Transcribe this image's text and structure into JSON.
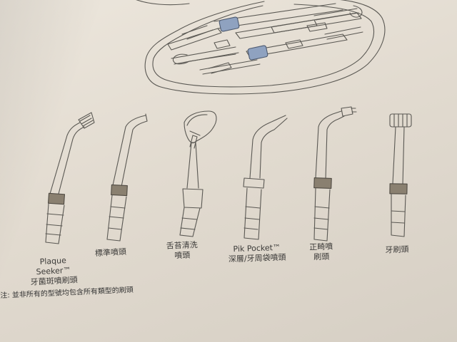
{
  "tips": [
    {
      "name": "Plaque Seeker",
      "lines": [
        "Plaque",
        "Seeker™",
        "牙菌斑噴刷頭"
      ]
    },
    {
      "name": "標準噴頭",
      "lines": [
        "標準噴頭"
      ]
    },
    {
      "name": "舌苔清洗噴頭",
      "lines": [
        "舌苔清洗",
        "噴頭"
      ]
    },
    {
      "name": "Pik Pocket",
      "lines": [
        "Pik Pocket™",
        "深層/牙周袋噴頭"
      ]
    },
    {
      "name": "正畸噴刷頭",
      "lines": [
        "正畸噴",
        "刷頭"
      ]
    },
    {
      "name": "牙刷頭",
      "lines": [
        "牙刷頭"
      ]
    }
  ],
  "footnote": "注: 並非所有的型號均包含所有類型的刷頭",
  "colors": {
    "paper": "#e6dfd4",
    "ink": "#5a5853",
    "accent_blue": "#8fa2c0",
    "band": "#8a8070"
  }
}
